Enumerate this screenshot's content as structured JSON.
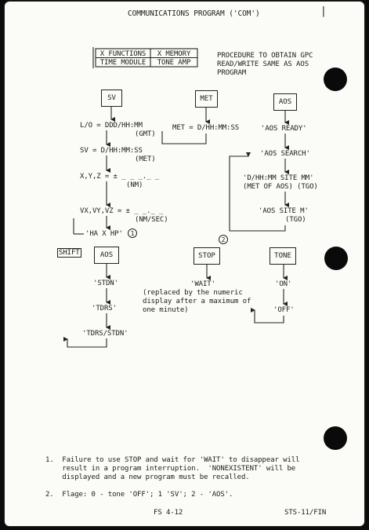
{
  "header": {
    "title": "COMMUNICATIONS PROGRAM ('COM')",
    "bar": "|"
  },
  "keypad_table": {
    "r1c1": "X FUNCTIONS",
    "r1c2": "X MEMORY",
    "r2c1": "TIME MODULE",
    "r2c2": "TONE AMP"
  },
  "procedure_note": [
    "PROCEDURE TO OBTAIN GPC",
    "READ/WRITE SAME AS AOS",
    "PROGRAM"
  ],
  "sv_column": {
    "key": "SV",
    "lo_line": "L/O = DDD/HH:MM",
    "lo_sub": "(GMT)",
    "sv_line": "SV = D/HH:MM:SS",
    "sv_sub": "(MET)",
    "xyz_line": "X,Y,Z = ± _ _ _._ _",
    "xyz_sub": "(NM)",
    "vxyz_line": "VX,VY,VZ = ± _ _._ _",
    "vxyz_sub": "(NM/SEC)",
    "ha_line": "'HA X HP'",
    "note1": "1"
  },
  "met_column": {
    "key": "MET",
    "line": "MET = D/HH:MM:SS"
  },
  "aos_column": {
    "key": "AOS",
    "ready": "'AOS READY'",
    "search": "'AOS SEARCH'",
    "site_mm": "'D/HH:MM SITE MM'",
    "site_mm_sub": "(MET OF AOS) (TGO)",
    "site_m": "'AOS SITE M'",
    "site_m_sub": "(TGO)"
  },
  "lower": {
    "shift_key": "SHIFT",
    "aos_key": "AOS",
    "stdn": "'STDN'",
    "tdrs": "'TDRS'",
    "tdrs_stdn": "'TDRS/STDN'",
    "stop_key": "STOP",
    "note2": "2",
    "wait": "'WAIT'",
    "wait_note": [
      "(replaced by the numeric",
      "display after a maximum of",
      "one minute)"
    ],
    "tone_key": "TONE",
    "on": "'ON'",
    "off": "'OFF'"
  },
  "footnotes": {
    "n1": [
      "1.  Failure to use STOP and wait for 'WAIT' to disappear will",
      "    result in a program interruption.  'NONEXISTENT' will be",
      "    displayed and a new program must be recalled."
    ],
    "n2": "2.  Flage: 0 - tone 'OFF'; 1 'SV'; 2 - 'AOS'."
  },
  "footer": {
    "page": "FS 4-12",
    "doc": "STS-11/FIN"
  }
}
